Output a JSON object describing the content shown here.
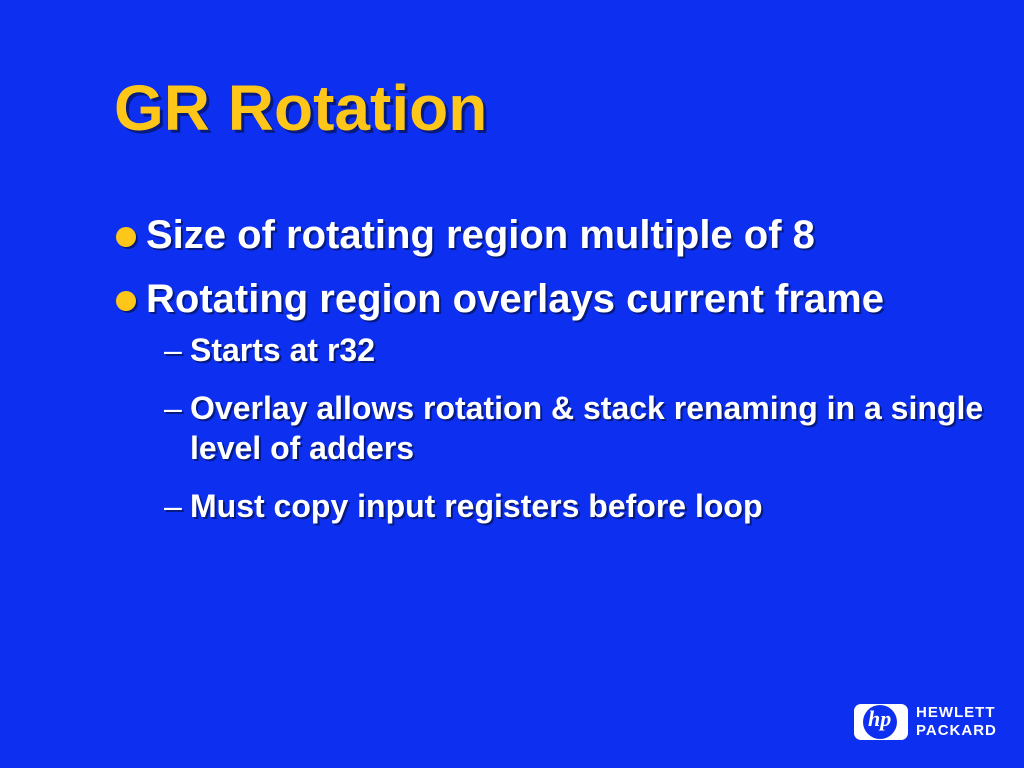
{
  "slide": {
    "title": "GR Rotation",
    "bullets": [
      {
        "text": "Size of rotating region multiple of 8"
      },
      {
        "text": "Rotating region overlays current frame"
      }
    ],
    "sub_bullets": [
      {
        "text": "Starts at r32"
      },
      {
        "text": "Overlay allows rotation & stack renaming in a single level of adders"
      },
      {
        "text": "Must copy input registers before loop"
      }
    ],
    "dash_glyph": "–"
  },
  "logo": {
    "mark": "hp",
    "line1": "HEWLETT",
    "line2": "PACKARD"
  },
  "colors": {
    "background": "#0c2ff0",
    "title": "#ffc61a",
    "bullet_dot": "#ffc61a",
    "text": "#ffffff"
  }
}
